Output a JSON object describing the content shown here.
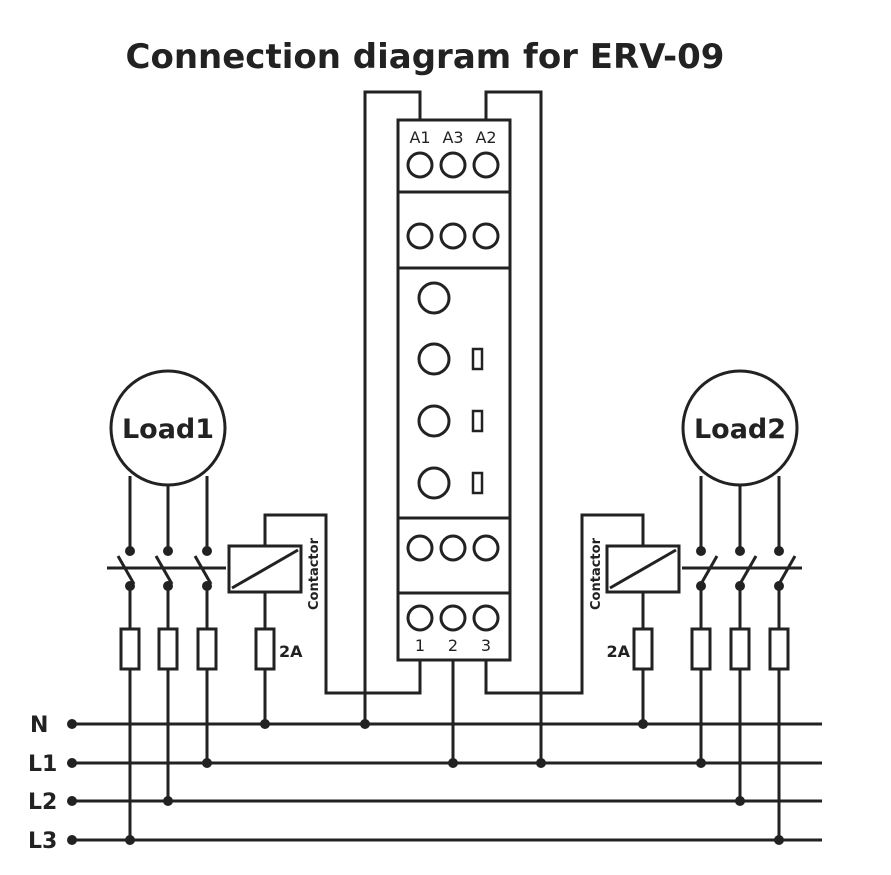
{
  "title": "Connection diagram for ERV-09",
  "device": {
    "top_terminals": [
      "A1",
      "A3",
      "A2"
    ],
    "bottom_terminals": [
      "1",
      "2",
      "3"
    ]
  },
  "loads": {
    "left": "Load1",
    "right": "Load2"
  },
  "contactor_label": "Contactor",
  "fuse_label": "2A",
  "lines": [
    "N",
    "L1",
    "L2",
    "L3"
  ],
  "colors": {
    "stroke": "#222222",
    "background": "#ffffff"
  }
}
